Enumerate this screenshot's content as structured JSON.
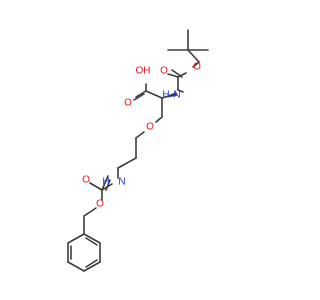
{
  "molecule": {
    "colors": {
      "bond": "#3c3c3c",
      "oxygen": "#e8141c",
      "nitrogen": "#1e3cdc",
      "background": "#ffffff"
    },
    "labels": {
      "acid_oh": "OH",
      "acid_carbonyl_o": "O",
      "boc_nh": "N",
      "boc_nh_h": "H",
      "boc_carbonyl_o": "O",
      "boc_ester_o": "O",
      "ether_o": "O",
      "cbz_nh": "N",
      "cbz_nh_h": "H",
      "cbz_carbonyl_o": "O",
      "cbz_ester_o": "O"
    }
  }
}
